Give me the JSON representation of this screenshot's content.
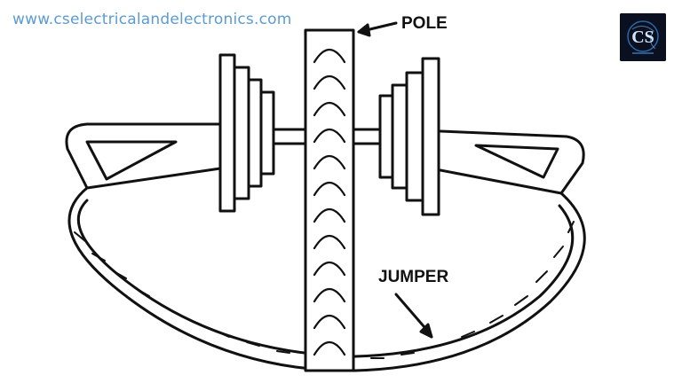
{
  "watermark": {
    "text": "www.cselectricalandelectronics.com"
  },
  "logo": {
    "icon": "cs-logo-icon",
    "text": "CS"
  },
  "labels": {
    "pole": "POLE",
    "jumper": "JUMPER"
  },
  "colors": {
    "ink": "#111111",
    "watermark": "#5b9bd5",
    "logo_bg": "#0b1020",
    "logo_accent": "#3a8dde"
  }
}
